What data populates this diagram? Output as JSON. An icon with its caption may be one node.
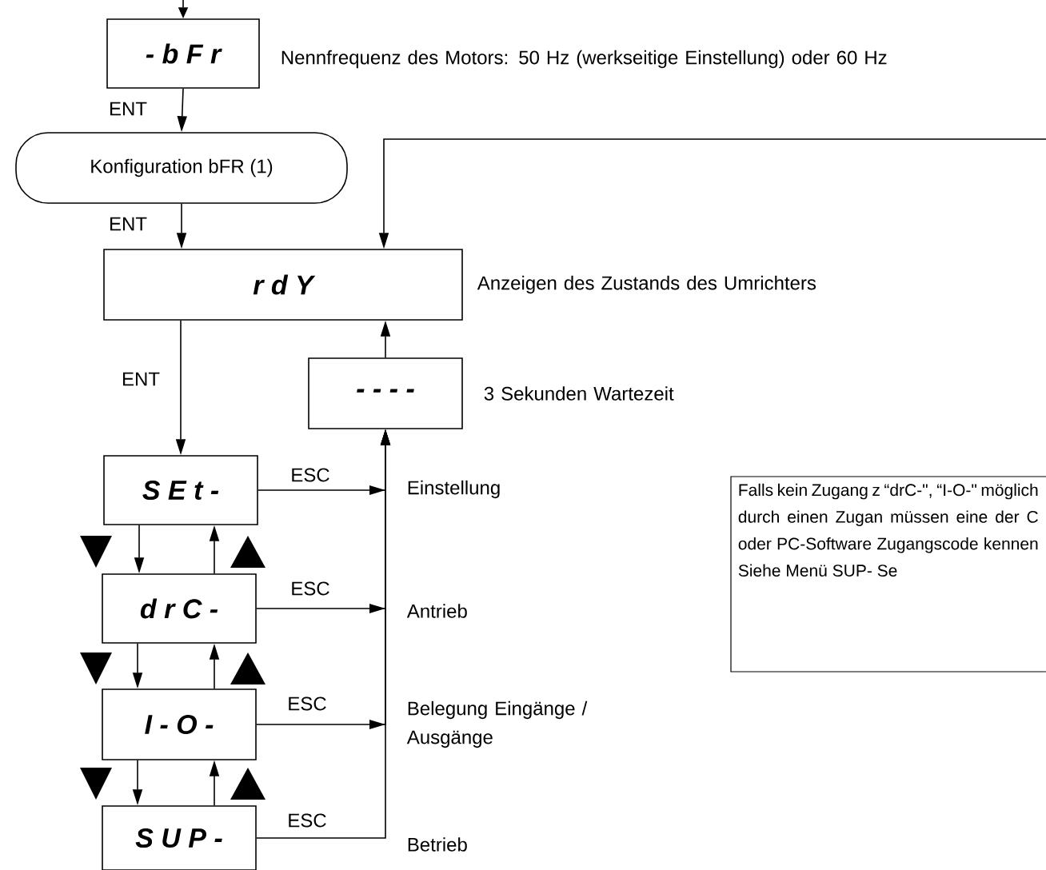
{
  "diagram": {
    "nodes": [
      {
        "text": [
          "- b F r"
        ],
        "beside": [
          "Nennfrequenz des Motors: 50 Hz (werkseitige Einstellung) oder 60 Hz"
        ]
      },
      {
        "text": [
          "Konfiguration bFR (1)"
        ]
      },
      {
        "text": [
          "r d Y"
        ],
        "beside": [
          "Anzeigen des Zustands des Umrichters"
        ]
      },
      {
        "text": [
          "- - - -"
        ],
        "beside": [
          "3 Sekunden Wartezeit"
        ]
      },
      {
        "text": [
          "S E t -"
        ]
      },
      {
        "text": [
          "d r C -"
        ]
      },
      {
        "text": [
          "I - O -"
        ]
      },
      {
        "text": [
          "S U P -"
        ]
      },
      {
        "text": [
          "Falls kein Zugang z “drC-\", “I-O-\" möglich durch einen Zugan müssen eine der C oder PC-Software Zugangscode kennen Siehe Menü SUP- Se"
        ]
      }
    ],
    "edges": [
      {
        "from": null,
        "to": 0,
        "arrow": "to"
      },
      {
        "from": 0,
        "to": 1,
        "arrow": "to",
        "label": "ENT"
      },
      {
        "from": 1,
        "to": 2,
        "arrow": "to",
        "label": "ENT"
      },
      {
        "from": null,
        "to": 2,
        "arrow": "to"
      },
      {
        "from": 3,
        "to": 2,
        "arrow": "to"
      },
      {
        "from": 2,
        "to": 4,
        "arrow": "to",
        "label": "ENT"
      },
      {
        "from": 4,
        "to": 5,
        "arrow": "to"
      },
      {
        "from": 5,
        "to": 4,
        "arrow": "to"
      },
      {
        "from": 5,
        "to": 6,
        "arrow": "to"
      },
      {
        "from": 6,
        "to": 5,
        "arrow": "to"
      },
      {
        "from": 6,
        "to": 7,
        "arrow": "to"
      },
      {
        "from": 7,
        "to": 6,
        "arrow": "to"
      },
      {
        "from": 4,
        "to": 3,
        "arrow": "to",
        "label": "ESC"
      },
      {
        "from": 5,
        "to": 3,
        "arrow": "to",
        "label": "ESC"
      },
      {
        "from": 6,
        "to": 3,
        "arrow": "to",
        "label": "ESC"
      },
      {
        "from": 7,
        "to": 3,
        "arrow": "to",
        "label": "ESC"
      }
    ],
    "labels": [
      "Einstellung",
      "Antrieb",
      "Belegung Eingänge / Ausgänge",
      "Betrieb"
    ]
  }
}
